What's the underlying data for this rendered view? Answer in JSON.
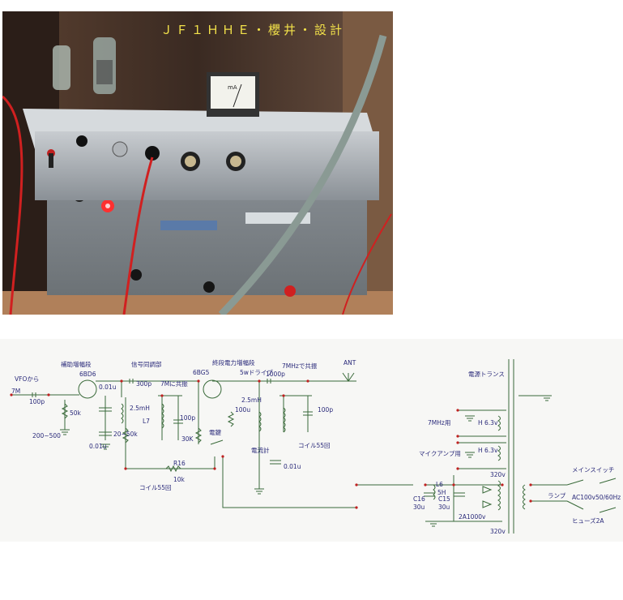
{
  "photo": {
    "title": "ＪＦ１ＨＨＥ・櫻井・設計",
    "meter_unit": "mA"
  },
  "schematic": {
    "labels": {
      "vfo": "VFOから",
      "input_freq": "7M",
      "buffer_stage": "補助増幅段",
      "tuning_stage": "信号同調部",
      "final_stage": "終段電力増幅段",
      "antenna": "ANT",
      "power_transformer": "電源トランス",
      "tube1": "6BD6",
      "tube2": "6BG5",
      "drive": "5wドライブ",
      "res_7m": "7Mに共振",
      "res_7mhz": "7MHzで共振",
      "c_100p_in": "100p",
      "c_300p": "300p",
      "c_1000p": "1000p",
      "c_001u_a": "0.01u",
      "c_001u_b": "0.01u",
      "c_001u_c": "0.01u",
      "r_50k": "50k",
      "r_200_500": "200~500",
      "r_20_50k": "20~50k",
      "r_30k": "30K",
      "r_100u": "100u",
      "r16": "R16",
      "r16_val": "10k",
      "l_25mh_a": "2.5mH",
      "l_25mh_b": "2.5mH",
      "l7": "L7",
      "c_100p_tune": "100p",
      "c_100p_out": "100p",
      "coil_55_a": "コイル55回",
      "coil_55_b": "コイル55回",
      "key": "電鍵",
      "ammeter": "電流計",
      "heater_7m": "7MHz用",
      "heater_mic": "マイクアンプ用",
      "h63_a": "H 6.3v",
      "h63_b": "H 6.3v",
      "v320_a": "320v",
      "v320_b": "320v",
      "main_switch": "メインスイッチ",
      "lamp": "ランプ",
      "ac": "AC100v50/60Hz",
      "fuse": "ヒューズ2A",
      "c16": "C16",
      "c16_val": "30u",
      "c15": "C15",
      "c15_val": "30u",
      "l6": "L6",
      "l6_val": "5H",
      "diode": "2A1000v"
    }
  }
}
